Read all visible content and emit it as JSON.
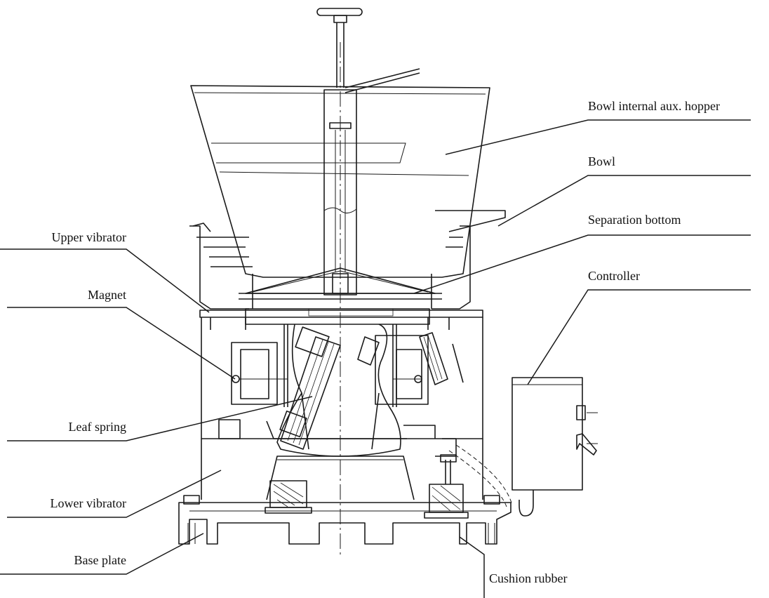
{
  "diagram": {
    "labels": {
      "bowl_hopper": "Bowl internal aux. hopper",
      "bowl": "Bowl",
      "separation_bottom": "Separation bottom",
      "controller": "Controller",
      "upper_vibrator": "Upper vibrator",
      "magnet": "Magnet",
      "leaf_spring": "Leaf spring",
      "lower_vibrator": "Lower vibrator",
      "base_plate": "Base plate",
      "cushion_rubber": "Cushion rubber"
    }
  },
  "colors": {
    "ink": "#1a1a1a",
    "background": "#ffffff"
  }
}
